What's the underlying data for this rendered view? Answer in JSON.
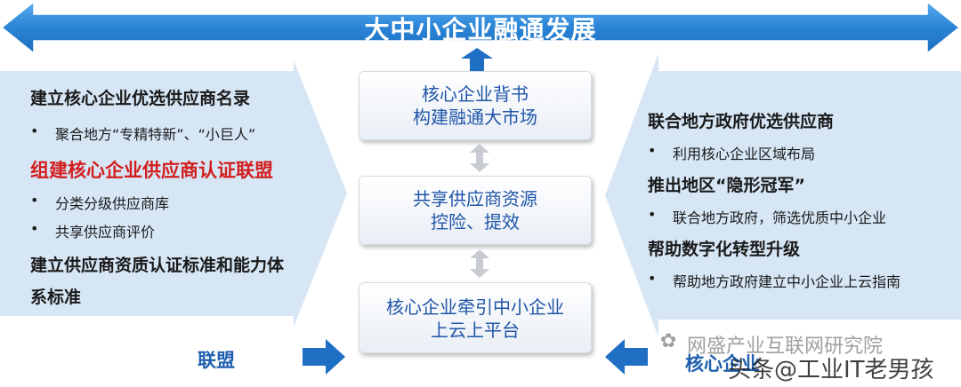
{
  "banner": {
    "title": "大中小企业融通发展"
  },
  "left": {
    "heading1": "建立核心企业优选供应商名录",
    "bullet1": "聚合地方“专精特新”、“小巨人”",
    "heading2": "组建核心企业供应商认证联盟",
    "bullet2": "分类分级供应商库",
    "bullet3": "共享供应商评价",
    "heading3_line1": "建立供应商资质认证标准和能力体",
    "heading3_line2": "系标准"
  },
  "center": {
    "box1_line1": "核心企业背书",
    "box1_line2": "构建融通大市场",
    "box2_line1": "共享供应商资源",
    "box2_line2": "控险、提效",
    "box3_line1": "核心企业牵引中小企业",
    "box3_line2": "上云上平台"
  },
  "right": {
    "heading1": "联合地方政府优选供应商",
    "bullet1": "利用核心企业区域布局",
    "heading2": "推出地区“隐形冠军”",
    "bullet2": "联合地方政府，筛选优质中小企业",
    "heading3": "帮助数字化转型升级",
    "bullet3": "帮助地方政府建立中小企业上云指南"
  },
  "bottom": {
    "left_label": "联盟",
    "right_label": "核心企业"
  },
  "watermark": {
    "line1": "网盛产业互联网研究院",
    "line2": "头条@工业IT老男孩"
  },
  "colors": {
    "banner_blue": "#2a84d6",
    "panel_fill": "#d6e6f5",
    "box_text": "#1f55a8",
    "highlight_red": "#d31d1d"
  }
}
